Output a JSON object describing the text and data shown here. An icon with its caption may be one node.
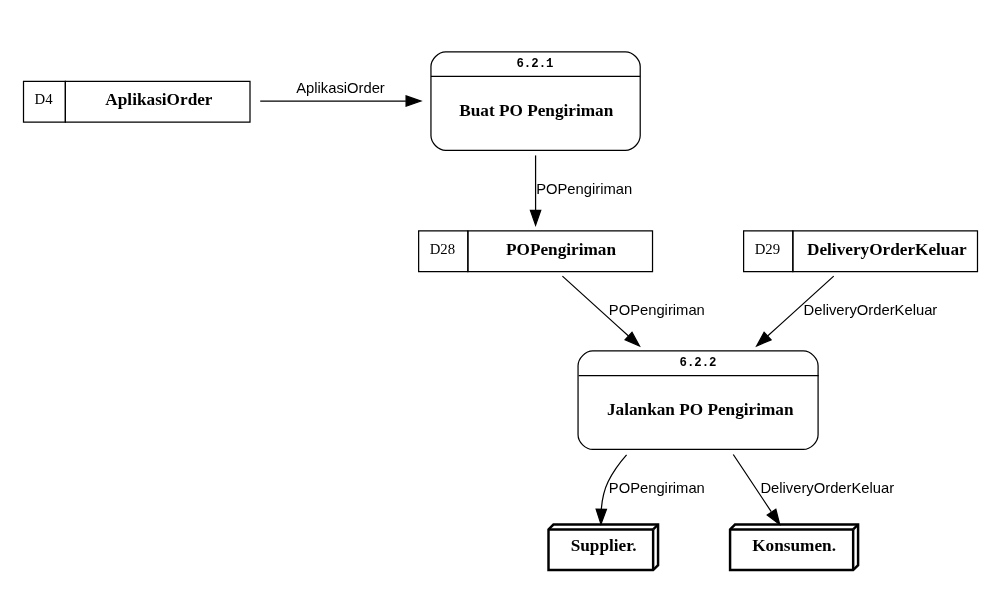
{
  "diagram": {
    "nodes": [
      {
        "text": [
          "D4",
          "AplikasiOrder"
        ]
      },
      {
        "text": [
          "6.2.1",
          "Buat PO Pengiriman"
        ]
      },
      {
        "text": [
          "D28",
          "POPengiriman"
        ]
      },
      {
        "text": [
          "Supplier."
        ]
      },
      {
        "text": [
          "6.2.2",
          "Jalankan PO Pengiriman"
        ]
      },
      {
        "text": [
          "Konsumen."
        ]
      },
      {
        "text": [
          "D29",
          "DeliveryOrderKeluar"
        ]
      }
    ],
    "edges": [
      {
        "from": 0,
        "to": 1,
        "arrow": "to",
        "label": "AplikasiOrder"
      },
      {
        "from": 1,
        "to": 2,
        "arrow": "to",
        "label": "POPengiriman"
      },
      {
        "from": 2,
        "to": 4,
        "arrow": "to",
        "label": "POPengiriman"
      },
      {
        "from": 4,
        "to": 3,
        "arrow": "to",
        "label": "POPengiriman"
      },
      {
        "from": 4,
        "to": 5,
        "arrow": "to",
        "label": "DeliveryOrderKeluar"
      },
      {
        "from": 6,
        "to": 4,
        "arrow": "to",
        "label": "DeliveryOrderKeluar"
      }
    ]
  }
}
